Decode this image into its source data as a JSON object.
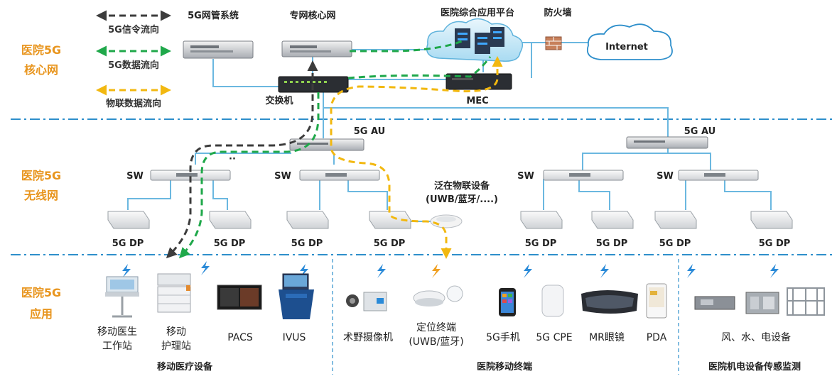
{
  "legend": {
    "signal": "5G信令流向",
    "data": "5G数据流向",
    "iot": "物联数据流向"
  },
  "zones": {
    "core_line1": "医院5G",
    "core_line2": "核心网",
    "wireless_line1": "医院5G",
    "wireless_line2": "无线网",
    "app_line1": "医院5G",
    "app_line2": "应用"
  },
  "core": {
    "nms": "5G网管系统",
    "private_core": "专网核心网",
    "platform": "医院综合应用平台",
    "firewall": "防火墙",
    "internet": "Internet",
    "switch": "交换机",
    "mec": "MEC"
  },
  "wireless": {
    "au_left": "5G AU",
    "au_right": "5G AU",
    "sw": "SW",
    "dp": "5G DP",
    "iot_line1": "泛在物联设备",
    "iot_line2": "(UWB/蓝牙/....)"
  },
  "apps": {
    "medical": {
      "title": "移动医疗设备",
      "doctor_line1": "移动医生",
      "doctor_line2": "工作站",
      "nurse_line1": "移动",
      "nurse_line2": "护理站",
      "pacs": "PACS",
      "ivus": "IVUS"
    },
    "terminal": {
      "title": "医院移动终端",
      "camera": "术野摄像机",
      "locator_line1": "定位终端",
      "locator_line2": "(UWB/蓝牙)",
      "phone": "5G手机",
      "cpe": "5G CPE",
      "mr": "MR眼镜",
      "pda": "PDA"
    },
    "monitor": {
      "title": "医院机电设备传感监测",
      "equipment": "风、水、电设备"
    }
  },
  "colors": {
    "orange_label": "#E8951E",
    "dashed_divider": "#2E8FCB",
    "link_blue": "#6BB8E0",
    "signal_flow": "#3C3C3C",
    "data_flow": "#1FA84A",
    "iot_flow": "#F2B810",
    "bolt_blue": "#2A8AD8",
    "bolt_orange": "#F0A020"
  },
  "icons": [
    "server-icon",
    "switch-icon",
    "cloud-icon",
    "firewall-icon",
    "mec-box-icon",
    "access-point-icon",
    "lightning-icon",
    "workstation-icon",
    "monitor-icon",
    "camera-icon",
    "phone-icon",
    "cpe-icon",
    "mr-glasses-icon",
    "pda-icon",
    "industrial-equipment-icon"
  ]
}
